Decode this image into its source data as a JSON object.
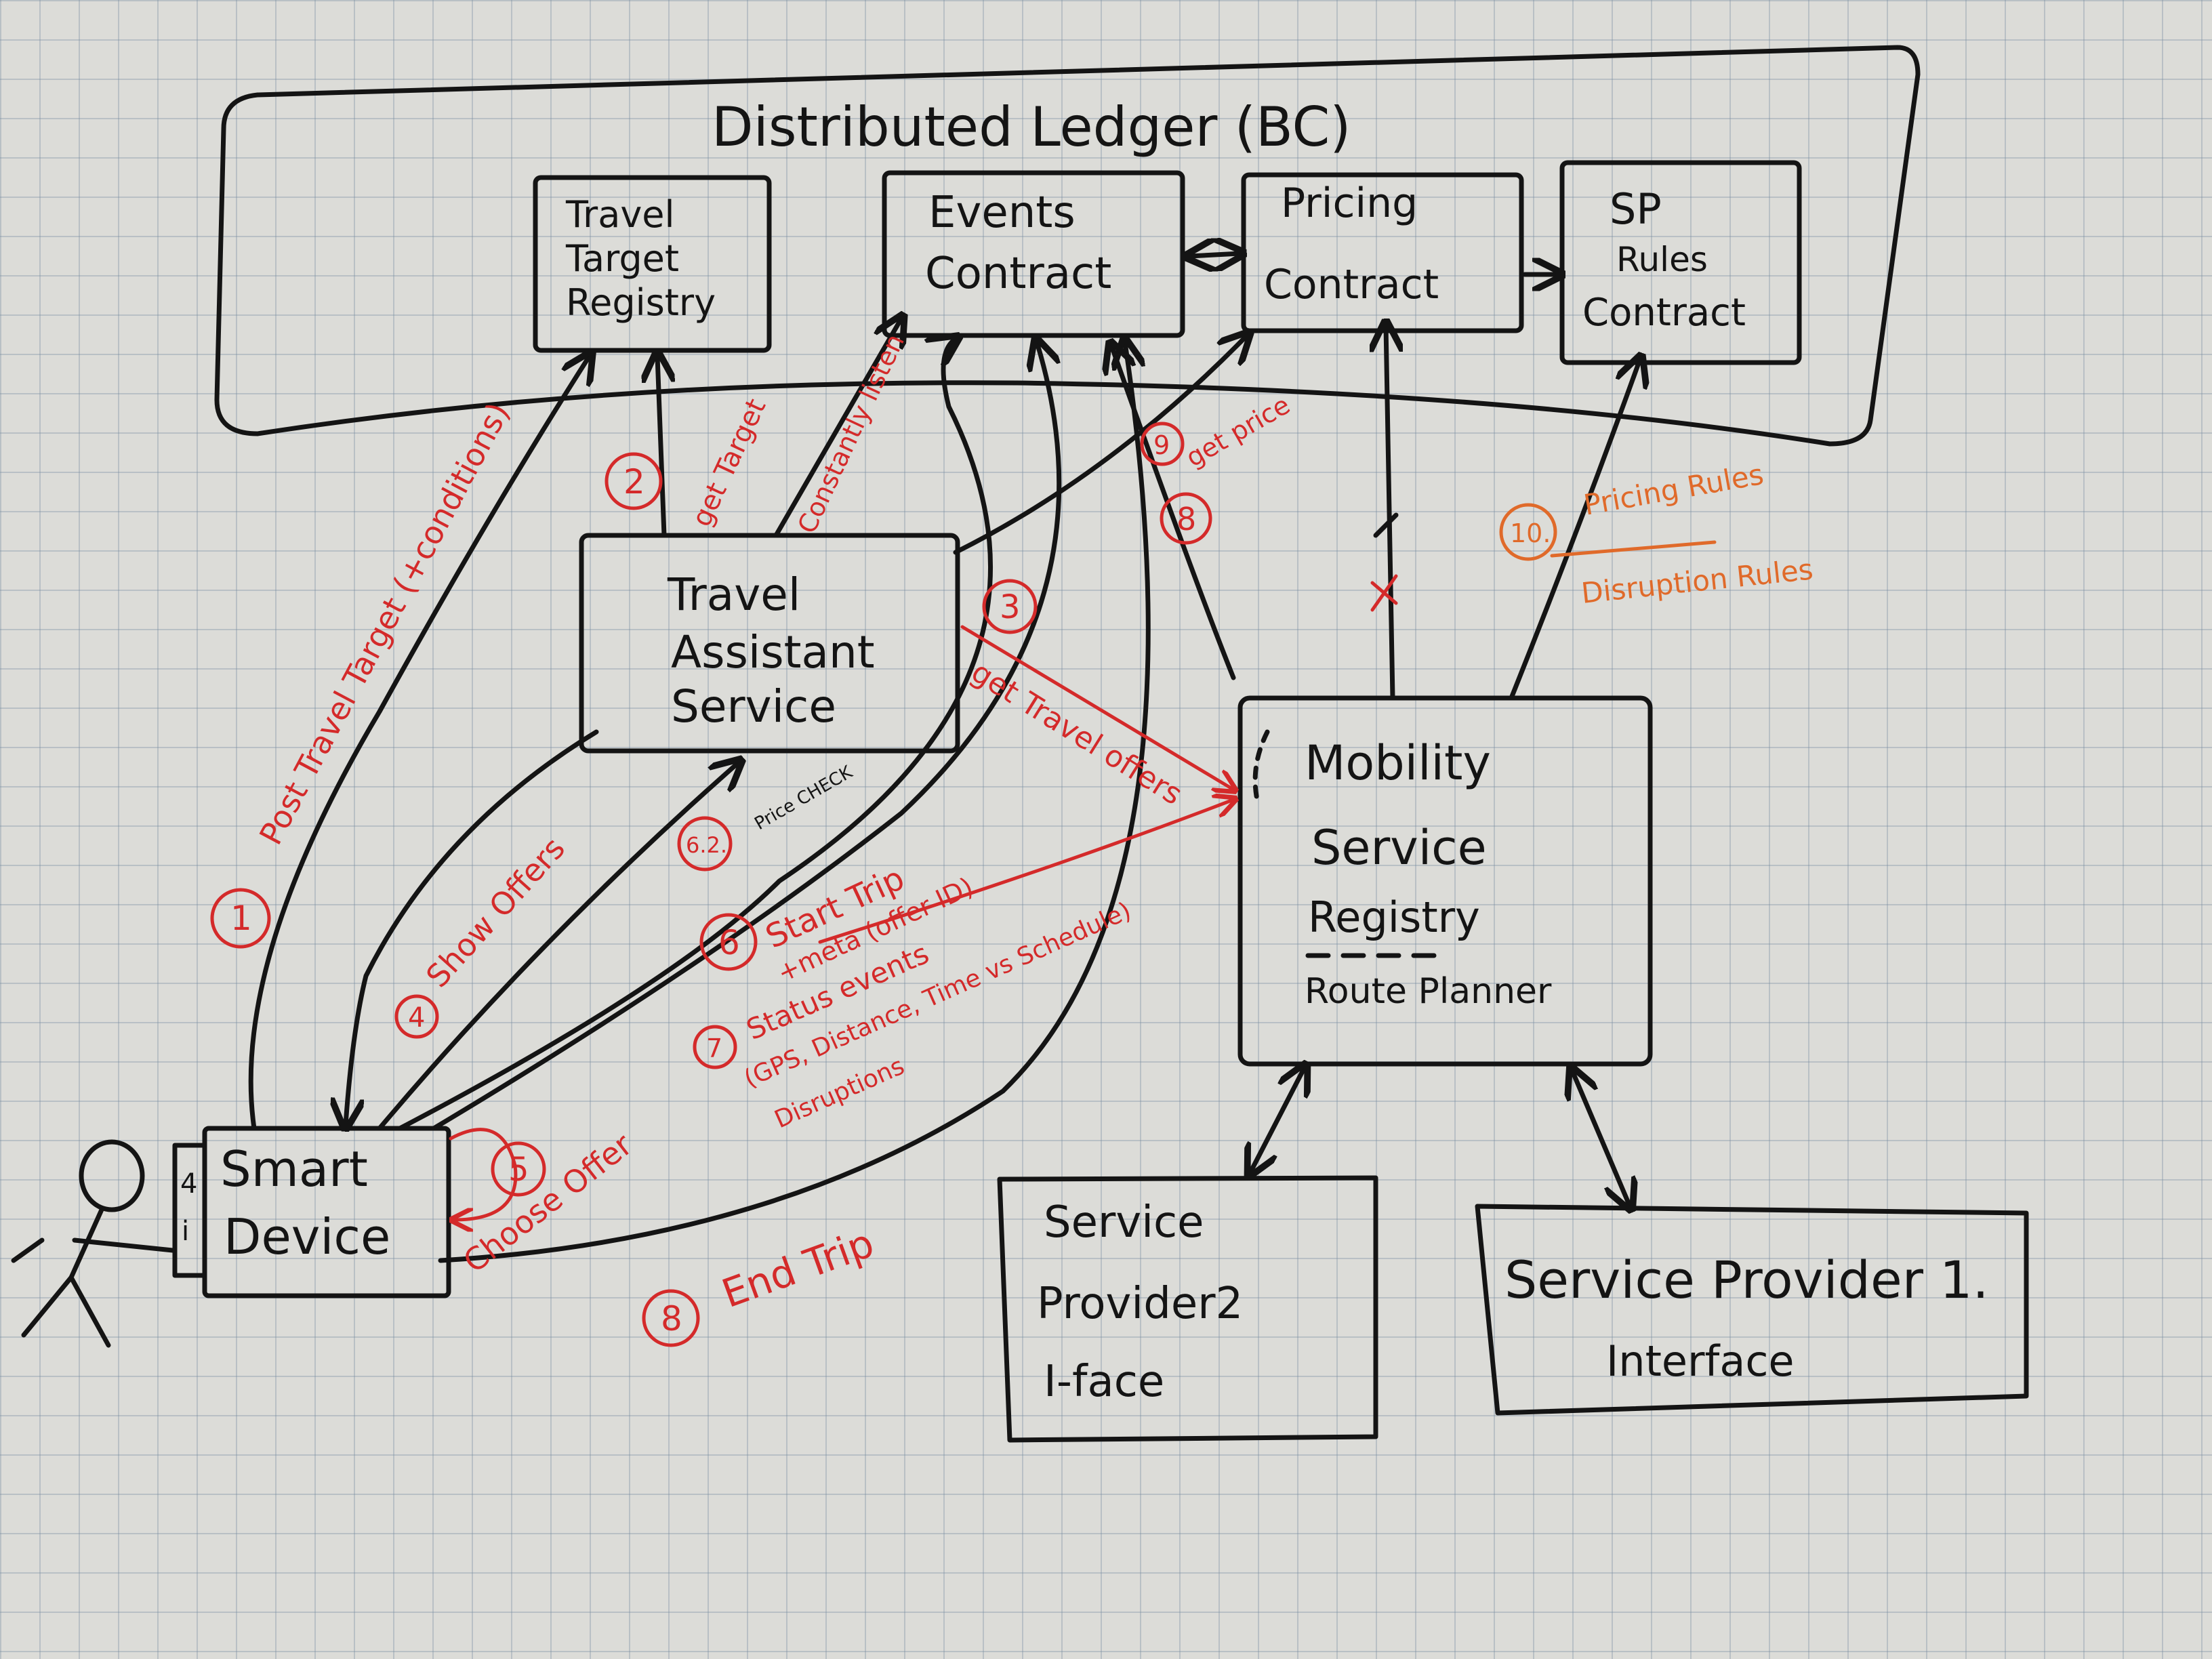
{
  "colors": {
    "ink": "#141414",
    "red": "#d42a2a",
    "orange": "#e06a2a",
    "paper": "#dcdcd8"
  },
  "ledger": {
    "title": "Distributed Ledger (BC)",
    "travel_target_registry": [
      "Travel",
      "Target",
      "Registry"
    ],
    "events_contract": [
      "Events",
      "Contract"
    ],
    "pricing_contract": [
      "Pricing",
      "Contract"
    ],
    "sp_rules_contract": [
      "SP",
      "Rules",
      "Contract"
    ]
  },
  "travel_assistant": [
    "Travel",
    "Assistant",
    "Service"
  ],
  "mobility": {
    "lines": [
      "Mobility",
      "Service",
      "Registry"
    ],
    "route_planner": "Route Planner"
  },
  "smart_device": {
    "lines": [
      "Smart",
      "Device"
    ],
    "side_marks": [
      "4",
      "i"
    ]
  },
  "sp2": [
    "Service",
    "Provider2",
    "I-face"
  ],
  "sp1": [
    "Service Provider 1.",
    "Interface"
  ],
  "steps": {
    "s1": {
      "num": "1",
      "label": "Post Travel Target (+conditions)"
    },
    "s2": {
      "num": "2",
      "label": "get Target"
    },
    "listen": "Constantly listen",
    "s3": {
      "num": "3",
      "label": "get Travel offers"
    },
    "s4": {
      "num": "4",
      "label": "Show Offers"
    },
    "s5": {
      "num": "5",
      "label": "Choose Offer"
    },
    "s6": {
      "num": "6",
      "label": "Start Trip",
      "sub": "+meta (offer ID)"
    },
    "s62": {
      "num": "6.2.",
      "label": "Price CHECK"
    },
    "s7": {
      "num": "7",
      "label": "Status events",
      "sub": "(GPS, Distance, Time vs Schedule)",
      "sub2": "Disruptions"
    },
    "s8": {
      "num": "8",
      "label": "End Trip"
    },
    "s8b": {
      "num": "8"
    },
    "s9": {
      "num": "9",
      "label": "get price"
    },
    "s10": {
      "num": "10.",
      "label": "Pricing Rules",
      "sub": "Disruption Rules"
    }
  }
}
